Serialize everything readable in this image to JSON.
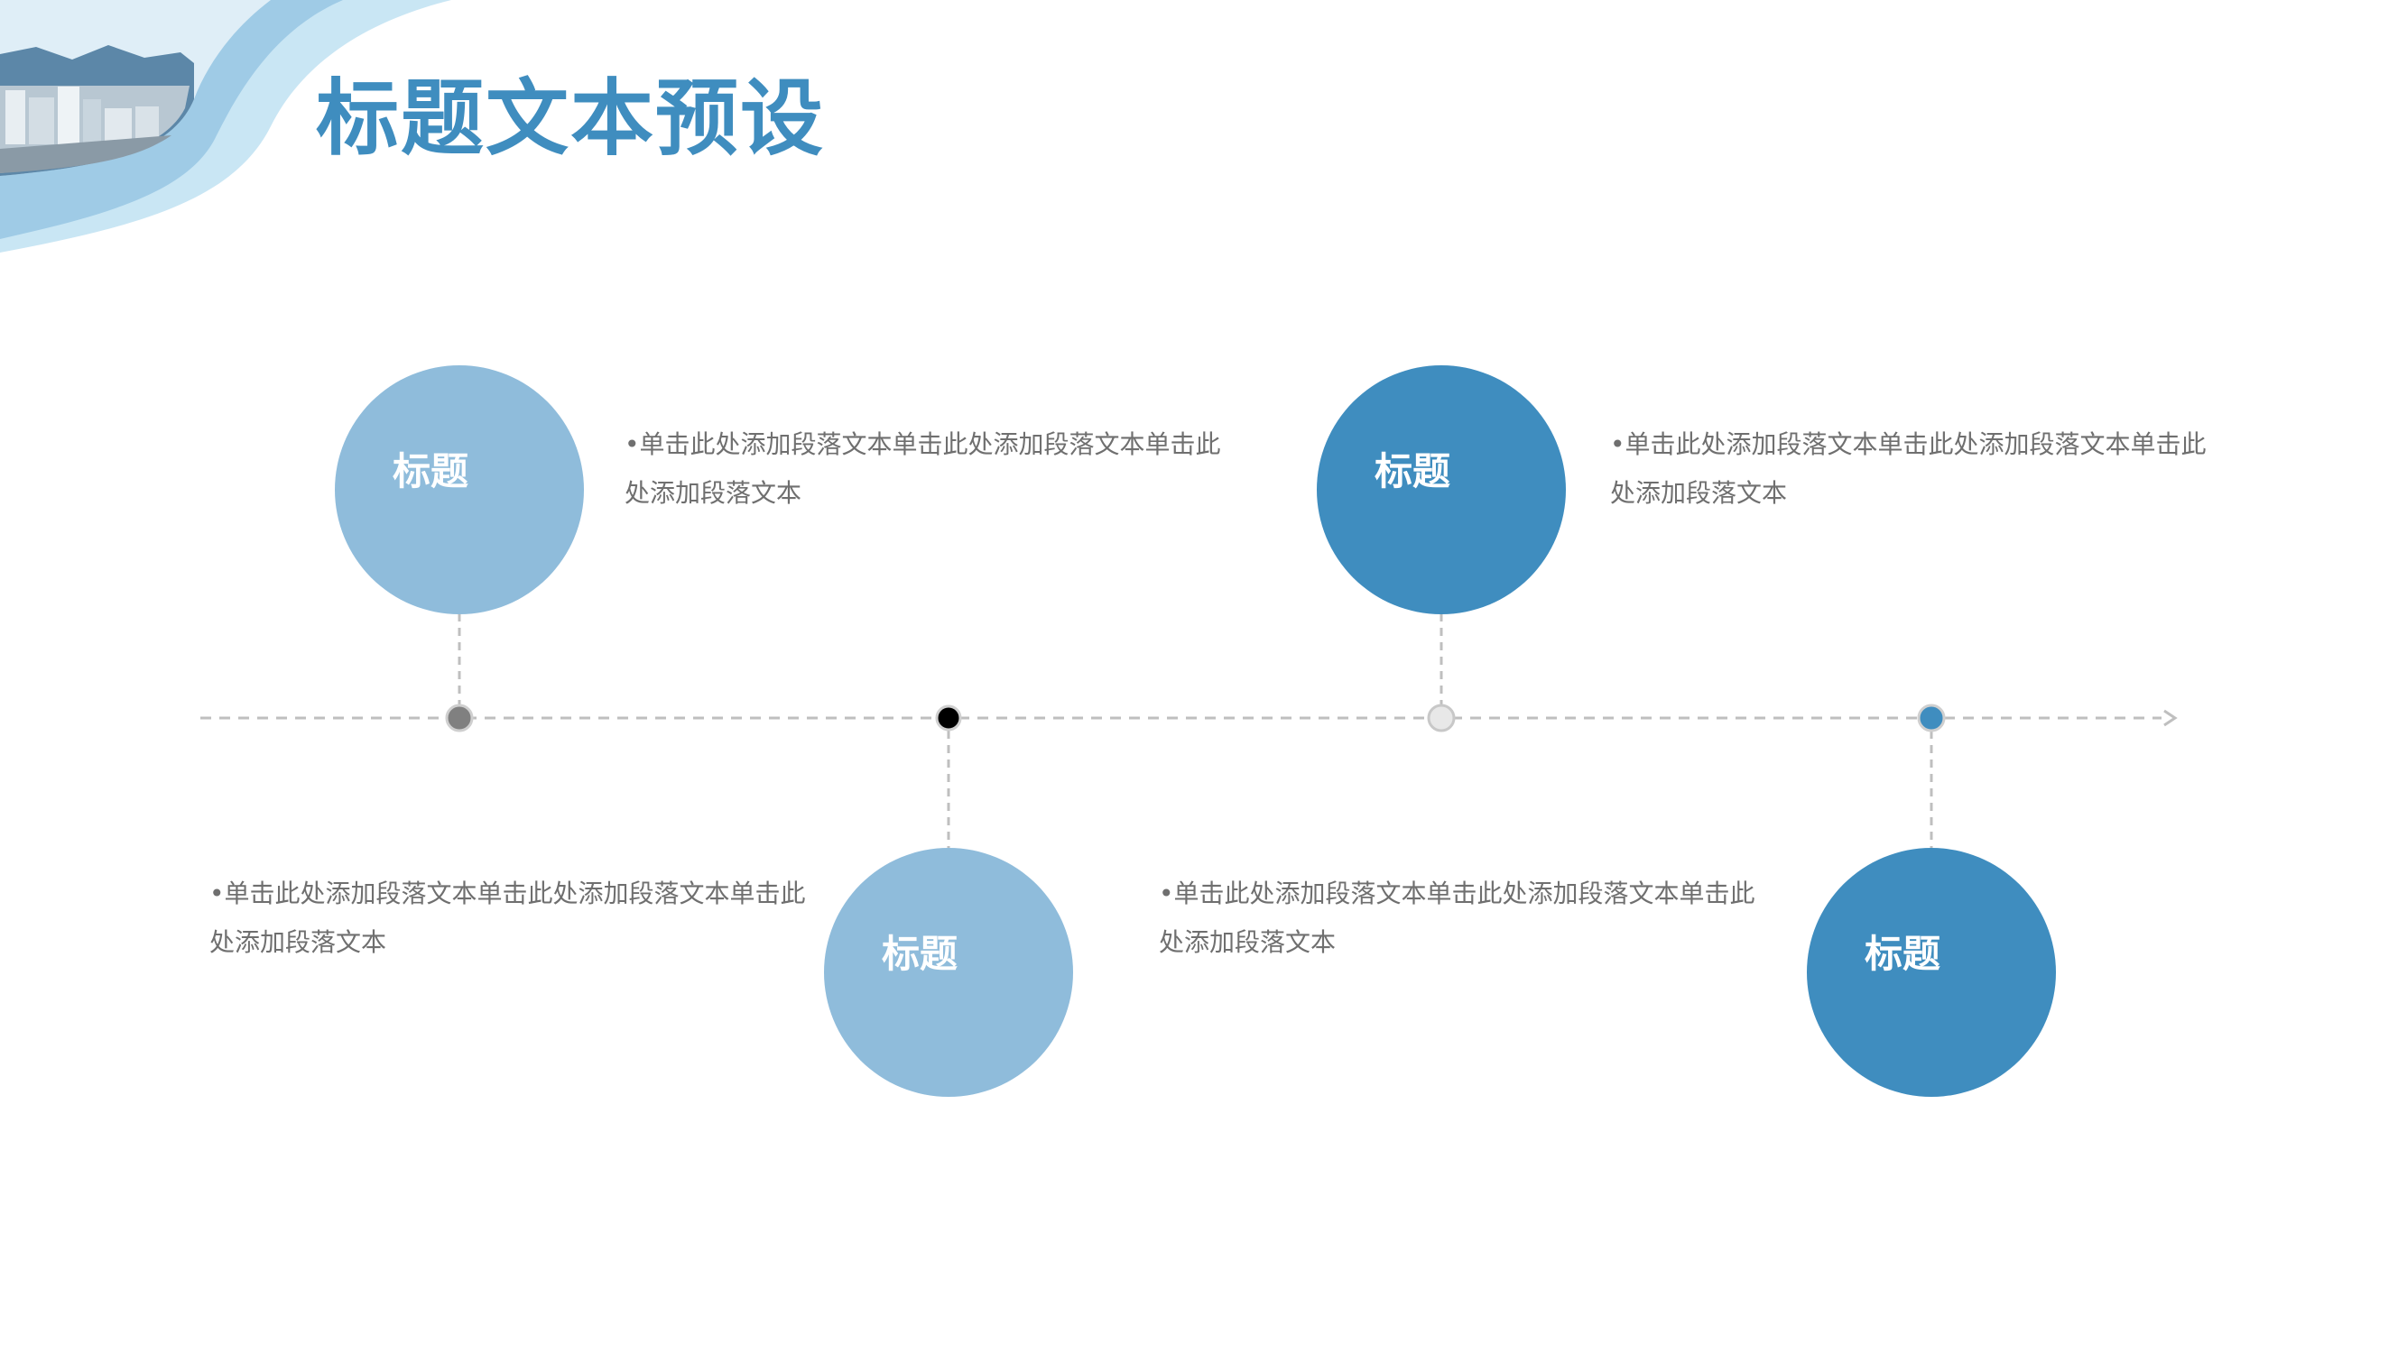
{
  "slide": {
    "title": "标题文本预设"
  },
  "colors": {
    "title": "#3f8dbf",
    "light_blue": "#8fbcdb",
    "dark_blue": "#3f8dbf",
    "axis": "#bfbfbf",
    "body_text": "#6f6f6f"
  },
  "timeline": {
    "nodes": [
      {
        "label": "标题",
        "text": "•单击此处添加段落文本单击此处添加段落文本单击此处添加段落文本",
        "dot_color": "#808080",
        "circle_color": "light_blue"
      },
      {
        "label": "标题",
        "text": "•单击此处添加段落文本单击此处添加段落文本单击此处添加段落文本",
        "dot_color": "#000000",
        "circle_color": "light_blue"
      },
      {
        "label": "标题",
        "text": "•单击此处添加段落文本单击此处添加段落文本单击此处添加段落文本",
        "dot_color": "#e8e8e8",
        "circle_color": "dark_blue"
      },
      {
        "label": "标题",
        "text": "•单击此处添加段落文本单击此处添加段落文本单击此处添加段落文本",
        "dot_color": "#3f8dbf",
        "circle_color": "dark_blue"
      }
    ]
  }
}
